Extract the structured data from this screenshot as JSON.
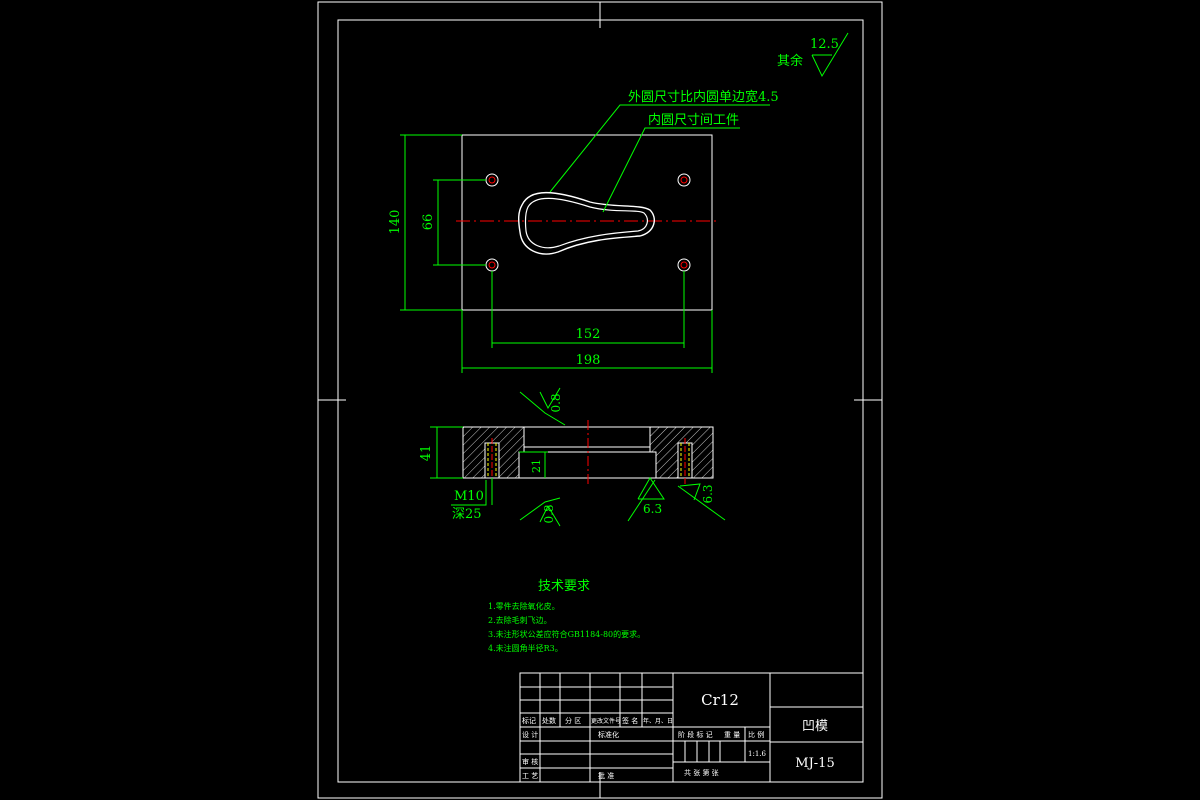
{
  "roughness": {
    "rest_label": "其余",
    "rest_value": "12.5",
    "top_face": "0.8",
    "bottom_face": "0.8",
    "side_inner": "6.3",
    "side_outer": "6.3"
  },
  "notes": {
    "outer_contour": "外圆尺寸比内圆单边宽4.5",
    "inner_contour": "内圆尺寸间工件"
  },
  "dimensions": {
    "height_outer": "140",
    "height_holes": "66",
    "width_holes": "152",
    "width_outer": "198",
    "thickness": "41",
    "step_depth": "21",
    "thread": "M10",
    "thread_depth": "深25"
  },
  "tech_requirements": {
    "title": "技术要求",
    "items": [
      "1.零件去除氧化皮。",
      "2.去除毛刺飞边。",
      "3.未注形状公差应符合GB1184-80的要求。",
      "4.未注圆角半径R3。"
    ]
  },
  "title_block": {
    "material": "Cr12",
    "part_name": "凹模",
    "drawing_no": "MJ-15",
    "scale": "1:1.6",
    "row_headers": [
      "标记",
      "处数",
      "分 区",
      "更改文件号",
      "签 名",
      "年、月、日"
    ],
    "design": "设 计",
    "standardization": "标准化",
    "review": "审 核",
    "process": "工 艺",
    "approve": "批 准",
    "stage_marks": "阶 段 标 记",
    "weight": "重 量",
    "scale_label": "比 例",
    "sheets": "共    张    第    张"
  },
  "colors": {
    "background": "#000000",
    "frame": "#ffffff",
    "dimension": "#00ff00",
    "centerline": "#ff0000",
    "hidden": "#ffff00"
  }
}
